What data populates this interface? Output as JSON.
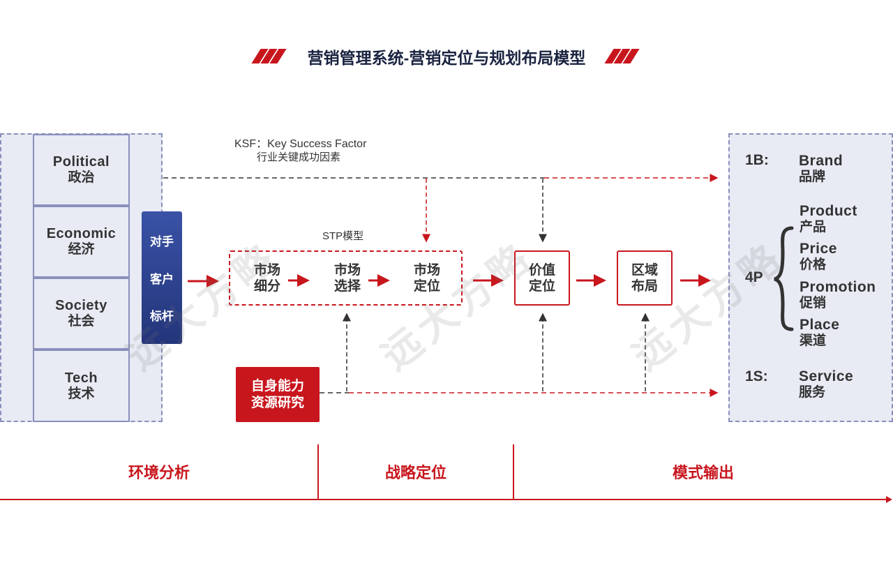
{
  "title": "营销管理系统-营销定位与规划布局模型",
  "pest": [
    {
      "en": "Political",
      "zh": "政治"
    },
    {
      "en": "Economic",
      "zh": "经济"
    },
    {
      "en": "Society",
      "zh": "社会"
    },
    {
      "en": "Tech",
      "zh": "技术"
    }
  ],
  "customer_box": [
    "对手",
    "客户",
    "标杆"
  ],
  "ksf": {
    "line1": "KSF：Key Success Factor",
    "line2": "行业关键成功因素"
  },
  "stp": {
    "label": "STP模型",
    "steps": [
      {
        "l1": "市场",
        "l2": "细分"
      },
      {
        "l1": "市场",
        "l2": "选择"
      },
      {
        "l1": "市场",
        "l2": "定位"
      }
    ]
  },
  "value_position": {
    "l1": "价值",
    "l2": "定位"
  },
  "regional_layout": {
    "l1": "区域",
    "l2": "布局"
  },
  "self_capability": {
    "l1": "自身能力",
    "l2": "资源研究"
  },
  "output": {
    "brand": {
      "code": "1B:",
      "en": "Brand",
      "zh": "品牌"
    },
    "fourp": {
      "code": "4P",
      "items": [
        {
          "en": "Product",
          "zh": "产品"
        },
        {
          "en": "Price",
          "zh": "价格"
        },
        {
          "en": "Promotion",
          "zh": "促销"
        },
        {
          "en": "Place",
          "zh": "渠道"
        }
      ]
    },
    "service": {
      "code": "1S:",
      "en": "Service",
      "zh": "服务"
    }
  },
  "phases": [
    "环境分析",
    "战略定位",
    "模式输出"
  ],
  "watermark": "远大方略",
  "colors": {
    "accent": "#c8161d",
    "navy": "#23357a",
    "panel": "#e8eaf4",
    "panel_border": "#8a90bc"
  }
}
